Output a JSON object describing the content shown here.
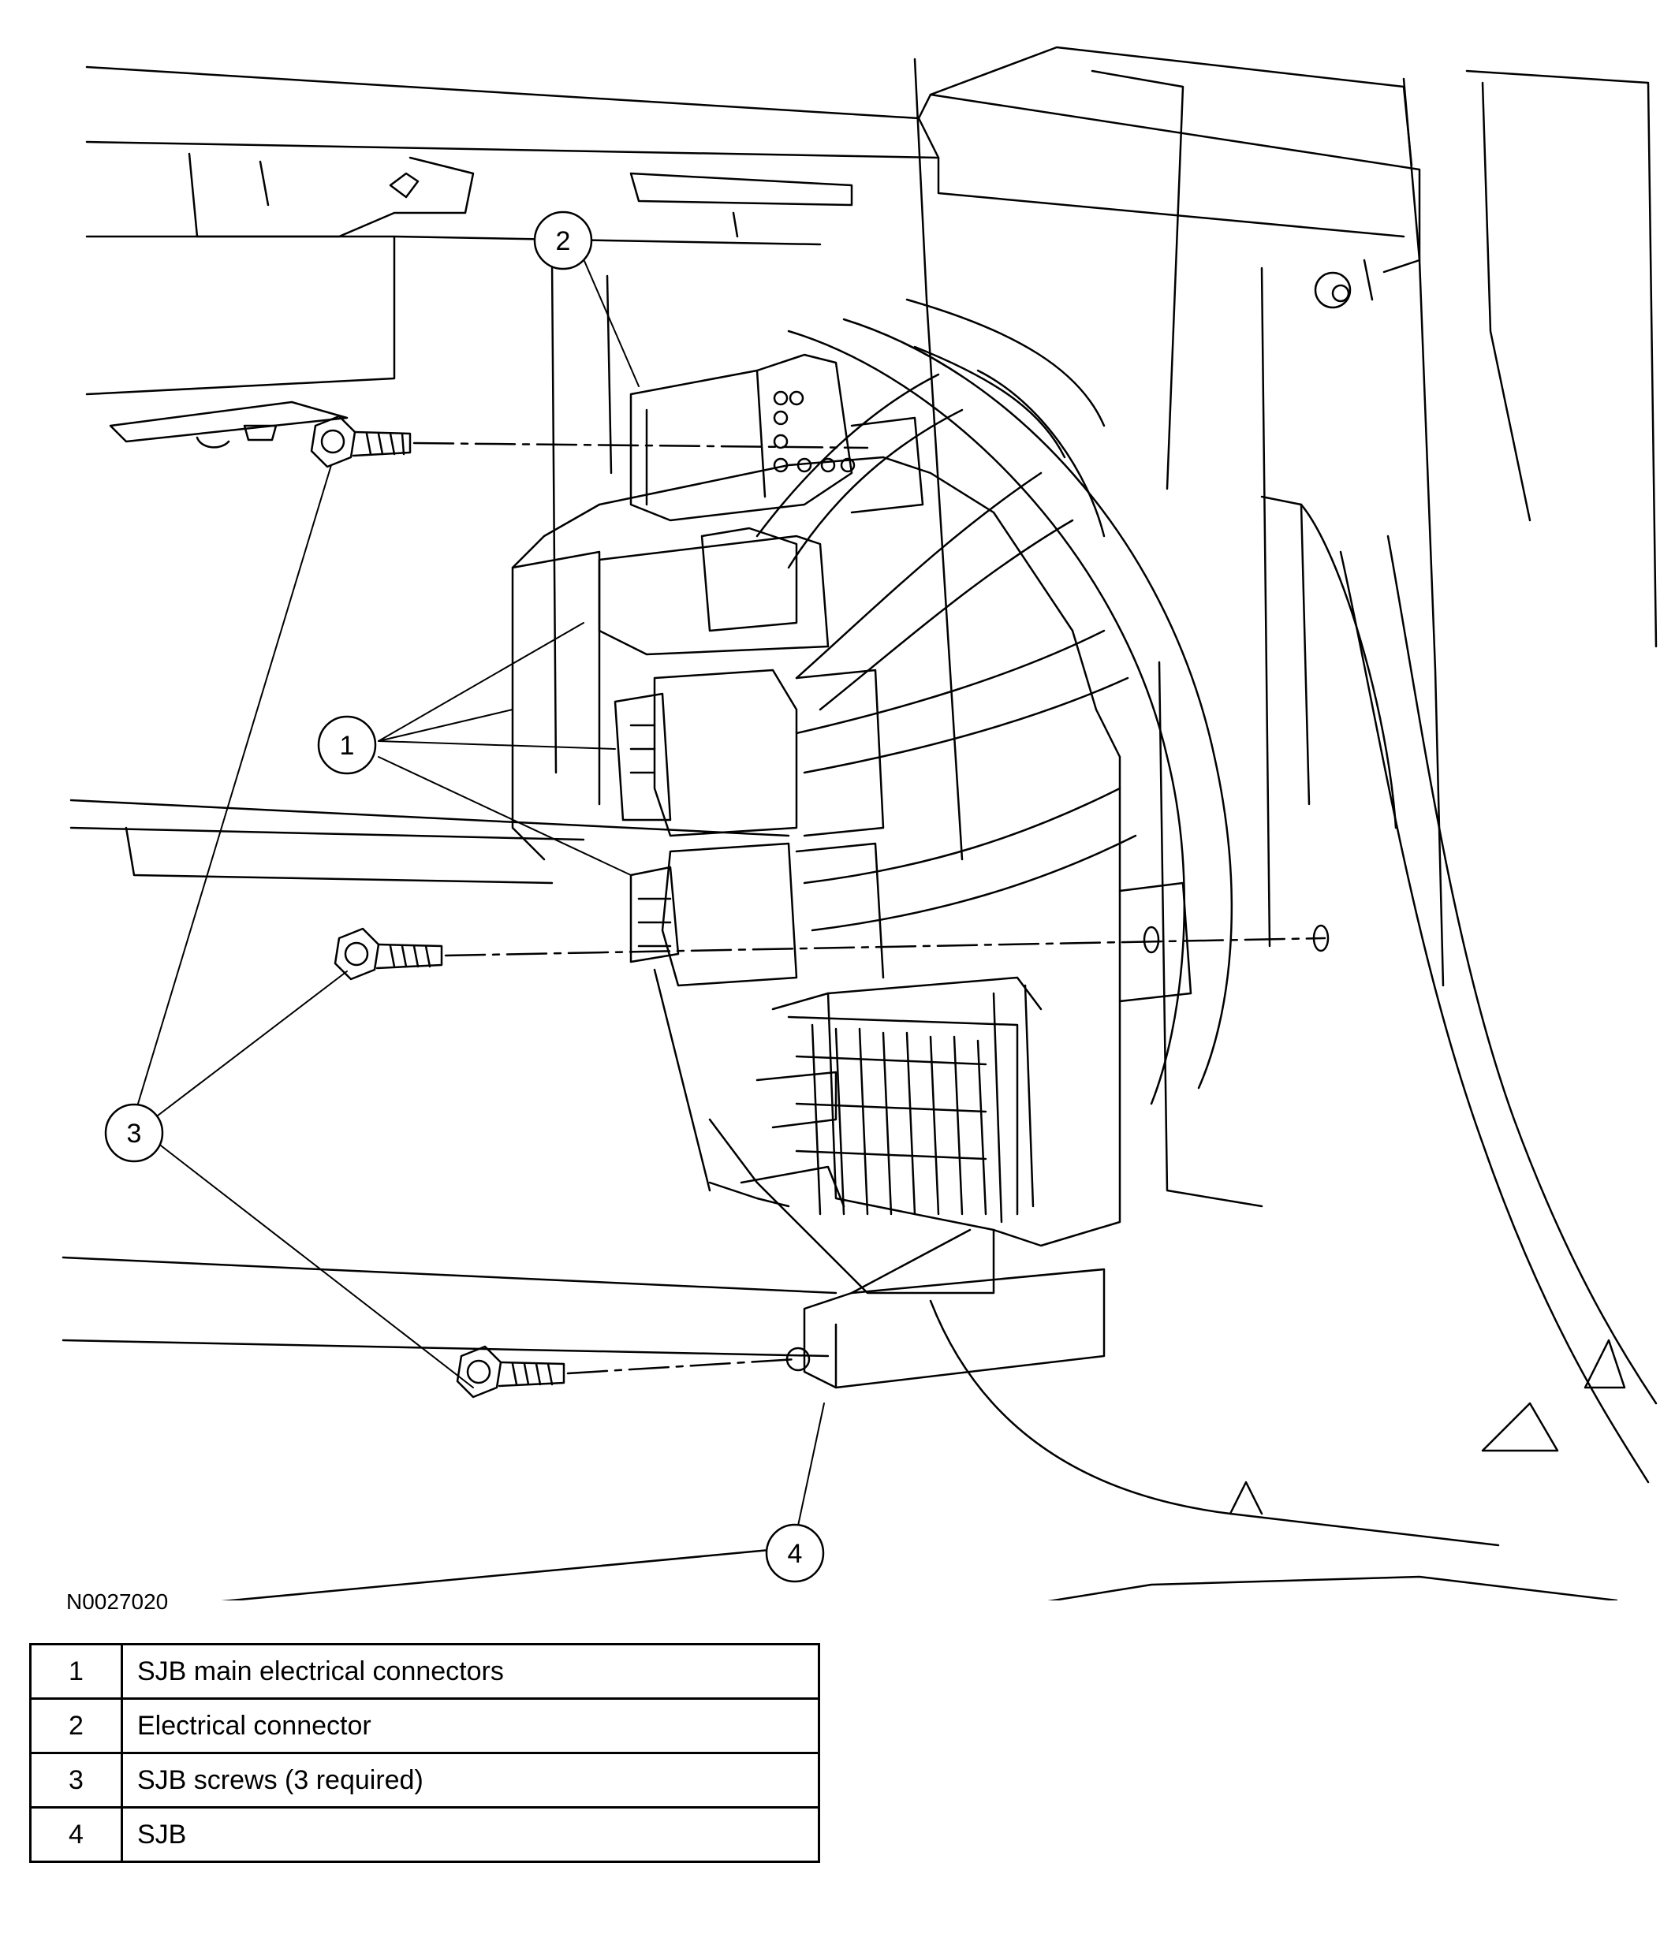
{
  "figure_id": "N0027020",
  "callouts": [
    {
      "number": "1",
      "description": "SJB main electrical connectors"
    },
    {
      "number": "2",
      "description": "Electrical connector"
    },
    {
      "number": "3",
      "description": "SJB screws (3 required)"
    },
    {
      "number": "4",
      "description": "SJB"
    }
  ]
}
